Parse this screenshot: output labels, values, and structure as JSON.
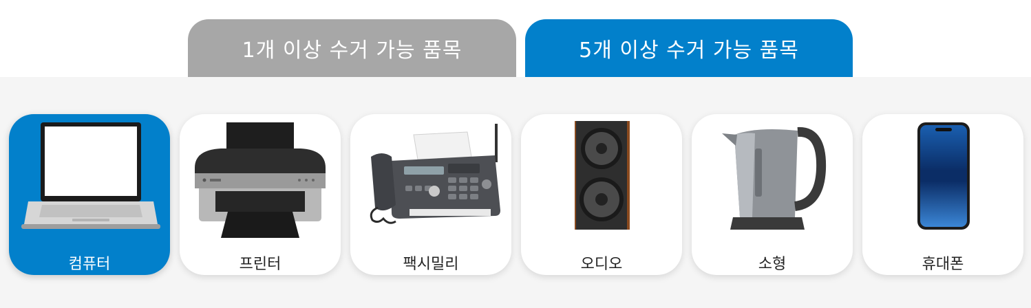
{
  "tabs": [
    {
      "label": "1개 이상 수거 가능 품목",
      "active": false
    },
    {
      "label": "5개 이상 수거 가능 품목",
      "active": true
    }
  ],
  "items": [
    {
      "label": "컴퓨터",
      "icon": "laptop-icon",
      "selected": true
    },
    {
      "label": "프린터",
      "icon": "printer-icon",
      "selected": false
    },
    {
      "label": "팩시밀리",
      "icon": "fax-machine-icon",
      "selected": false
    },
    {
      "label": "오디오",
      "icon": "speaker-icon",
      "selected": false
    },
    {
      "label": "소형",
      "icon": "electric-kettle-icon",
      "selected": false
    },
    {
      "label": "휴대폰",
      "icon": "smartphone-icon",
      "selected": false
    }
  ],
  "colors": {
    "accent": "#0280cb",
    "inactive_tab": "#a7a7a7",
    "panel": "#f5f5f5"
  }
}
